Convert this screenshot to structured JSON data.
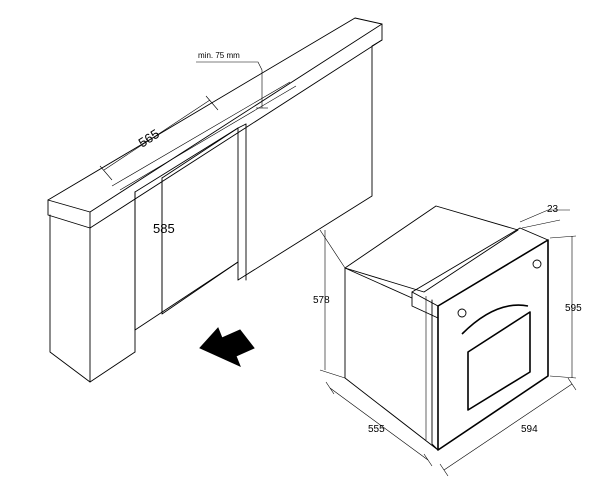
{
  "dimensions": {
    "cabinet_width": "565",
    "cabinet_height": "585",
    "min_clearance": "min. 75 mm",
    "oven_depth": "555",
    "oven_width": "594",
    "oven_height": "595",
    "oven_body_height": "578",
    "door_thickness": "23"
  },
  "icons": {
    "insert_arrow": "insert-direction-arrow-icon"
  }
}
